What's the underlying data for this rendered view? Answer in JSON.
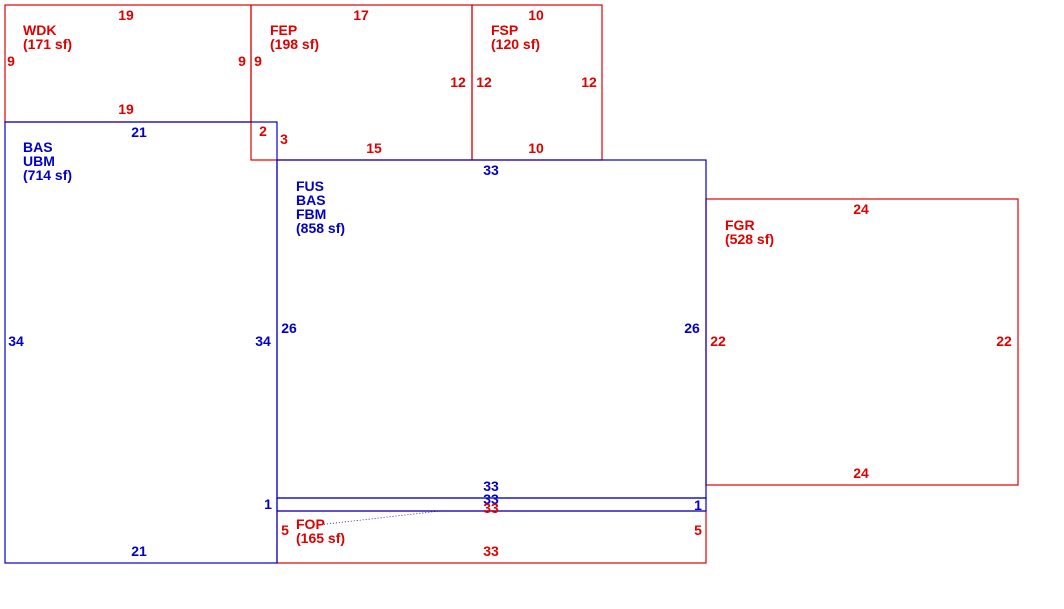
{
  "colors": {
    "exterior": "#e00000",
    "living": "#0000c8"
  },
  "areas": {
    "wdk": {
      "codes": [
        "WDK"
      ],
      "area": "(171 sf)"
    },
    "fep": {
      "codes": [
        "FEP"
      ],
      "area": "(198 sf)"
    },
    "fsp": {
      "codes": [
        "FSP"
      ],
      "area": "(120 sf)"
    },
    "bas": {
      "codes": [
        "BAS",
        "UBM"
      ],
      "area": "(714 sf)"
    },
    "fus": {
      "codes": [
        "FUS",
        "BAS",
        "FBM"
      ],
      "area": "(858 sf)"
    },
    "fgr": {
      "codes": [
        "FGR"
      ],
      "area": "(528 sf)"
    },
    "fop": {
      "codes": [
        "FOP"
      ],
      "area": "(165 sf)"
    }
  },
  "dims": {
    "wdk_top": "19",
    "wdk_left": "9",
    "wdk_right": "9",
    "wdk_bottom": "19",
    "fep_top": "17",
    "fep_left": "9",
    "fep_right": "12",
    "fep_bottom": "15",
    "fep_step": "3",
    "fsp_top": "10",
    "fsp_left": "12",
    "fsp_right": "12",
    "fsp_bottom": "10",
    "bas_top": "21",
    "bas_step": "2",
    "bas_left": "34",
    "bas_right": "34",
    "bas_notch": "1",
    "bas_bottom": "21",
    "fus_top": "33",
    "fus_left": "26",
    "fus_right": "26",
    "fus_bottom": "33",
    "strip_top": "33",
    "strip_right": "1",
    "fgr_top": "24",
    "fgr_left": "22",
    "fgr_right": "22",
    "fgr_bottom": "24",
    "fop_top": "33",
    "fop_left": "5",
    "fop_right": "5",
    "fop_bottom": "33"
  }
}
